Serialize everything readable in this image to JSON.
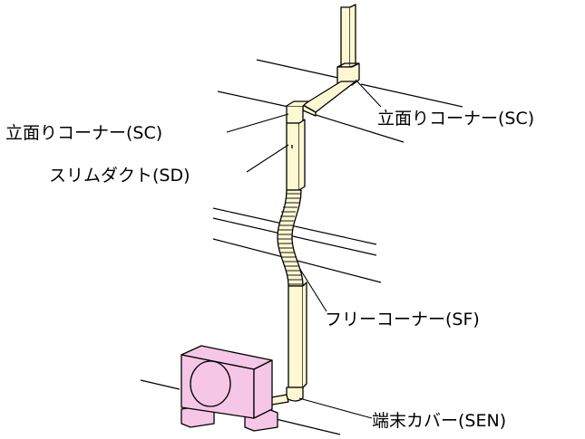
{
  "labels": {
    "sc_left": "立面りコーナー(SC)",
    "sc_right": "立面りコーナー(SC)",
    "sd": "スリムダクト(SD)",
    "sf": "フリーコーナー(SF)",
    "sen": "端末カバー(SEN)"
  },
  "colors": {
    "duct_fill": "#fdf8d2",
    "unit_fill": "#f6c6e6",
    "line": "#000000"
  }
}
